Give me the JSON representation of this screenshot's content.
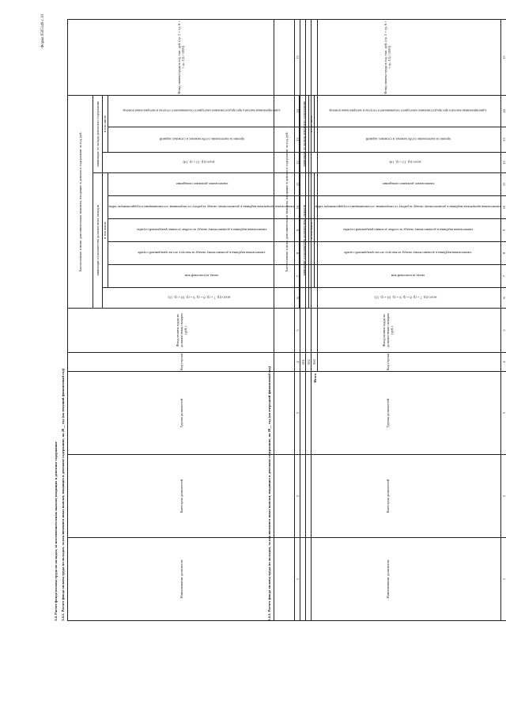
{
  "form_number": "Форма 0505149 с.10",
  "section": {
    "title": "3.4. Расчет фонда оплаты труда по окладам, за исключением иных выплат, входящих в денежное содержание",
    "sub1": "3.4.1. Расчет фонда оплаты труда по окладам, за исключением иных выплат, входящих в денежное содержание, на 20__ год (на текущий финансовый год)",
    "sub2": "3.4.2. Расчет фонда оплаты труда по окладам, за исключением иных выплат, входящих в денежное содержание, на 20__ год (на очередной финансовый год)"
  },
  "headers": {
    "name": "Наименование должности",
    "category": "Категория должностей",
    "group": "Группа должностей",
    "code": "Код строки",
    "fot_salary": "Фонд оплаты труда по должностным окладам (руб.)",
    "allowances_group": "Ежемесячные и иные дополнительные выплаты, входящие в денежное содержание за год, руб.",
    "dep_count": "зависящие от количества должностных окладов",
    "dep_salary": "зависящие от оклада денежного содержания",
    "total1": "всего (гр. 7 + гр. 8 + гр. 9 + гр. 10 + гр. 11)",
    "incl": "в том числе",
    "rank_allow": "оклад за классный чин",
    "seniority": "ежемесячная надбавка к должностному окладу за выслугу лет на гражданской службе",
    "special": "ежемесячная надбавка к должностному окладу за особые условия гражданской службы",
    "secret": "ежемесячная процентная надбавка к должностному окладу за работу со сведениями, составляющими государственную тайну",
    "bonus": "ежемесячное денежное поощрение",
    "total2": "всего (гр. 13 + гр. 14)",
    "premium": "премии за выполнение особо важных и сложных заданий",
    "vacation": "единовременная выплата при предоставлении ежегодного оплачиваемого отпуска и материальная помощь",
    "fot_total": "Фонд оплаты труда в год, тыс. руб. (гр. 5 + гр. 6 + + гр. 12) / 1000)"
  },
  "col_numbers": [
    "1",
    "2",
    "3",
    "4",
    "5",
    "6",
    "7",
    "8",
    "9",
    "10",
    "11",
    "12",
    "13",
    "14",
    "15"
  ],
  "row_codes": [
    "001",
    "002"
  ],
  "total": {
    "label": "Итого",
    "code": "900"
  }
}
